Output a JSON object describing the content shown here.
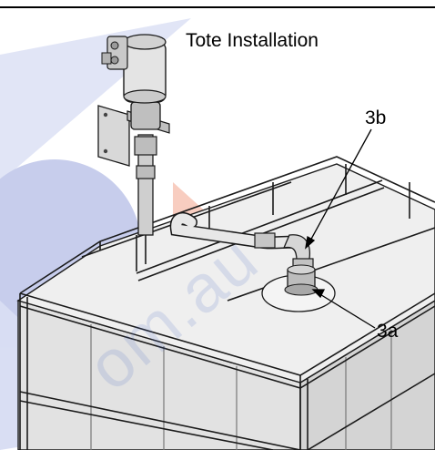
{
  "diagram": {
    "title": "Tote Installation",
    "callouts": [
      {
        "id": "3b",
        "label": "3b"
      },
      {
        "id": "3a",
        "label": "3a"
      }
    ]
  },
  "watermark": {
    "text": "om.au"
  },
  "colors": {
    "line": "#1a1a1a",
    "metal_light": "#e6e6e6",
    "metal_mid": "#c8c8c8",
    "metal_dark": "#8c8c8c",
    "tote_top": "#efefef",
    "tote_side": "#dcdcdc",
    "watermark_blue": "#4a5fc0",
    "watermark_orange": "#f08060"
  }
}
